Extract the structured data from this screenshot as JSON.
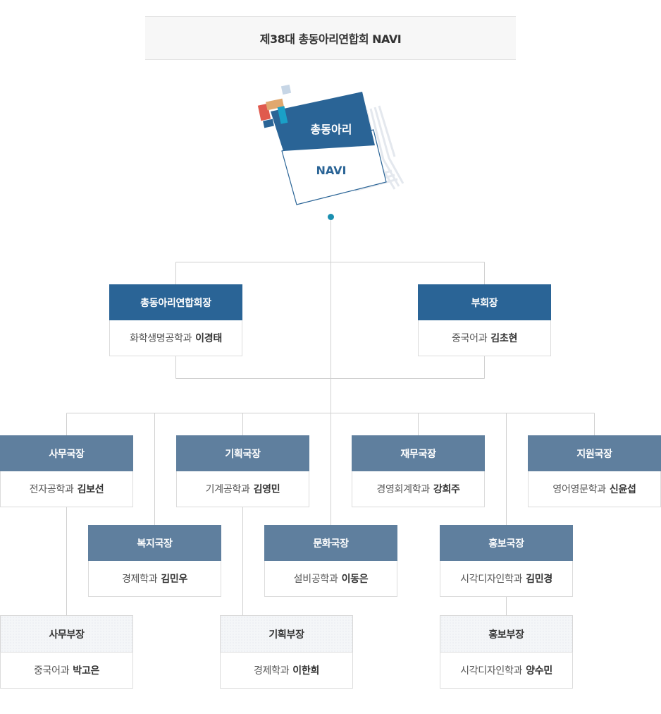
{
  "header": {
    "title": "제38대 총동아리연합회 NAVI"
  },
  "logo": {
    "line1": "총동아리",
    "line2": "NAVI"
  },
  "colors": {
    "primary": "#2a6496",
    "secondary": "#5f7f9e",
    "line": "#d0d0d0",
    "dot": "#1a8fb0"
  },
  "nodes": {
    "president": {
      "role": "총동아리연합회장",
      "dept": "화학생명공학과",
      "name": "이경태"
    },
    "vice": {
      "role": "부회장",
      "dept": "중국어과",
      "name": "김초현"
    },
    "affairs": {
      "role": "사무국장",
      "dept": "전자공학과",
      "name": "김보선"
    },
    "planning": {
      "role": "기획국장",
      "dept": "기계공학과",
      "name": "김영민"
    },
    "finance": {
      "role": "재무국장",
      "dept": "경영회계학과",
      "name": "강희주"
    },
    "support": {
      "role": "지원국장",
      "dept": "영어영문학과",
      "name": "신윤섭"
    },
    "welfare": {
      "role": "복지국장",
      "dept": "경제학과",
      "name": "김민우"
    },
    "culture": {
      "role": "문화국장",
      "dept": "설비공학과",
      "name": "이동은"
    },
    "pr": {
      "role": "홍보국장",
      "dept": "시각디자인학과",
      "name": "김민경"
    },
    "affairs_deputy": {
      "role": "사무부장",
      "dept": "중국어과",
      "name": "박고은"
    },
    "planning_deputy": {
      "role": "기획부장",
      "dept": "경제학과",
      "name": "이한희"
    },
    "pr_deputy": {
      "role": "홍보부장",
      "dept": "시각디자인학과",
      "name": "양수민"
    }
  }
}
